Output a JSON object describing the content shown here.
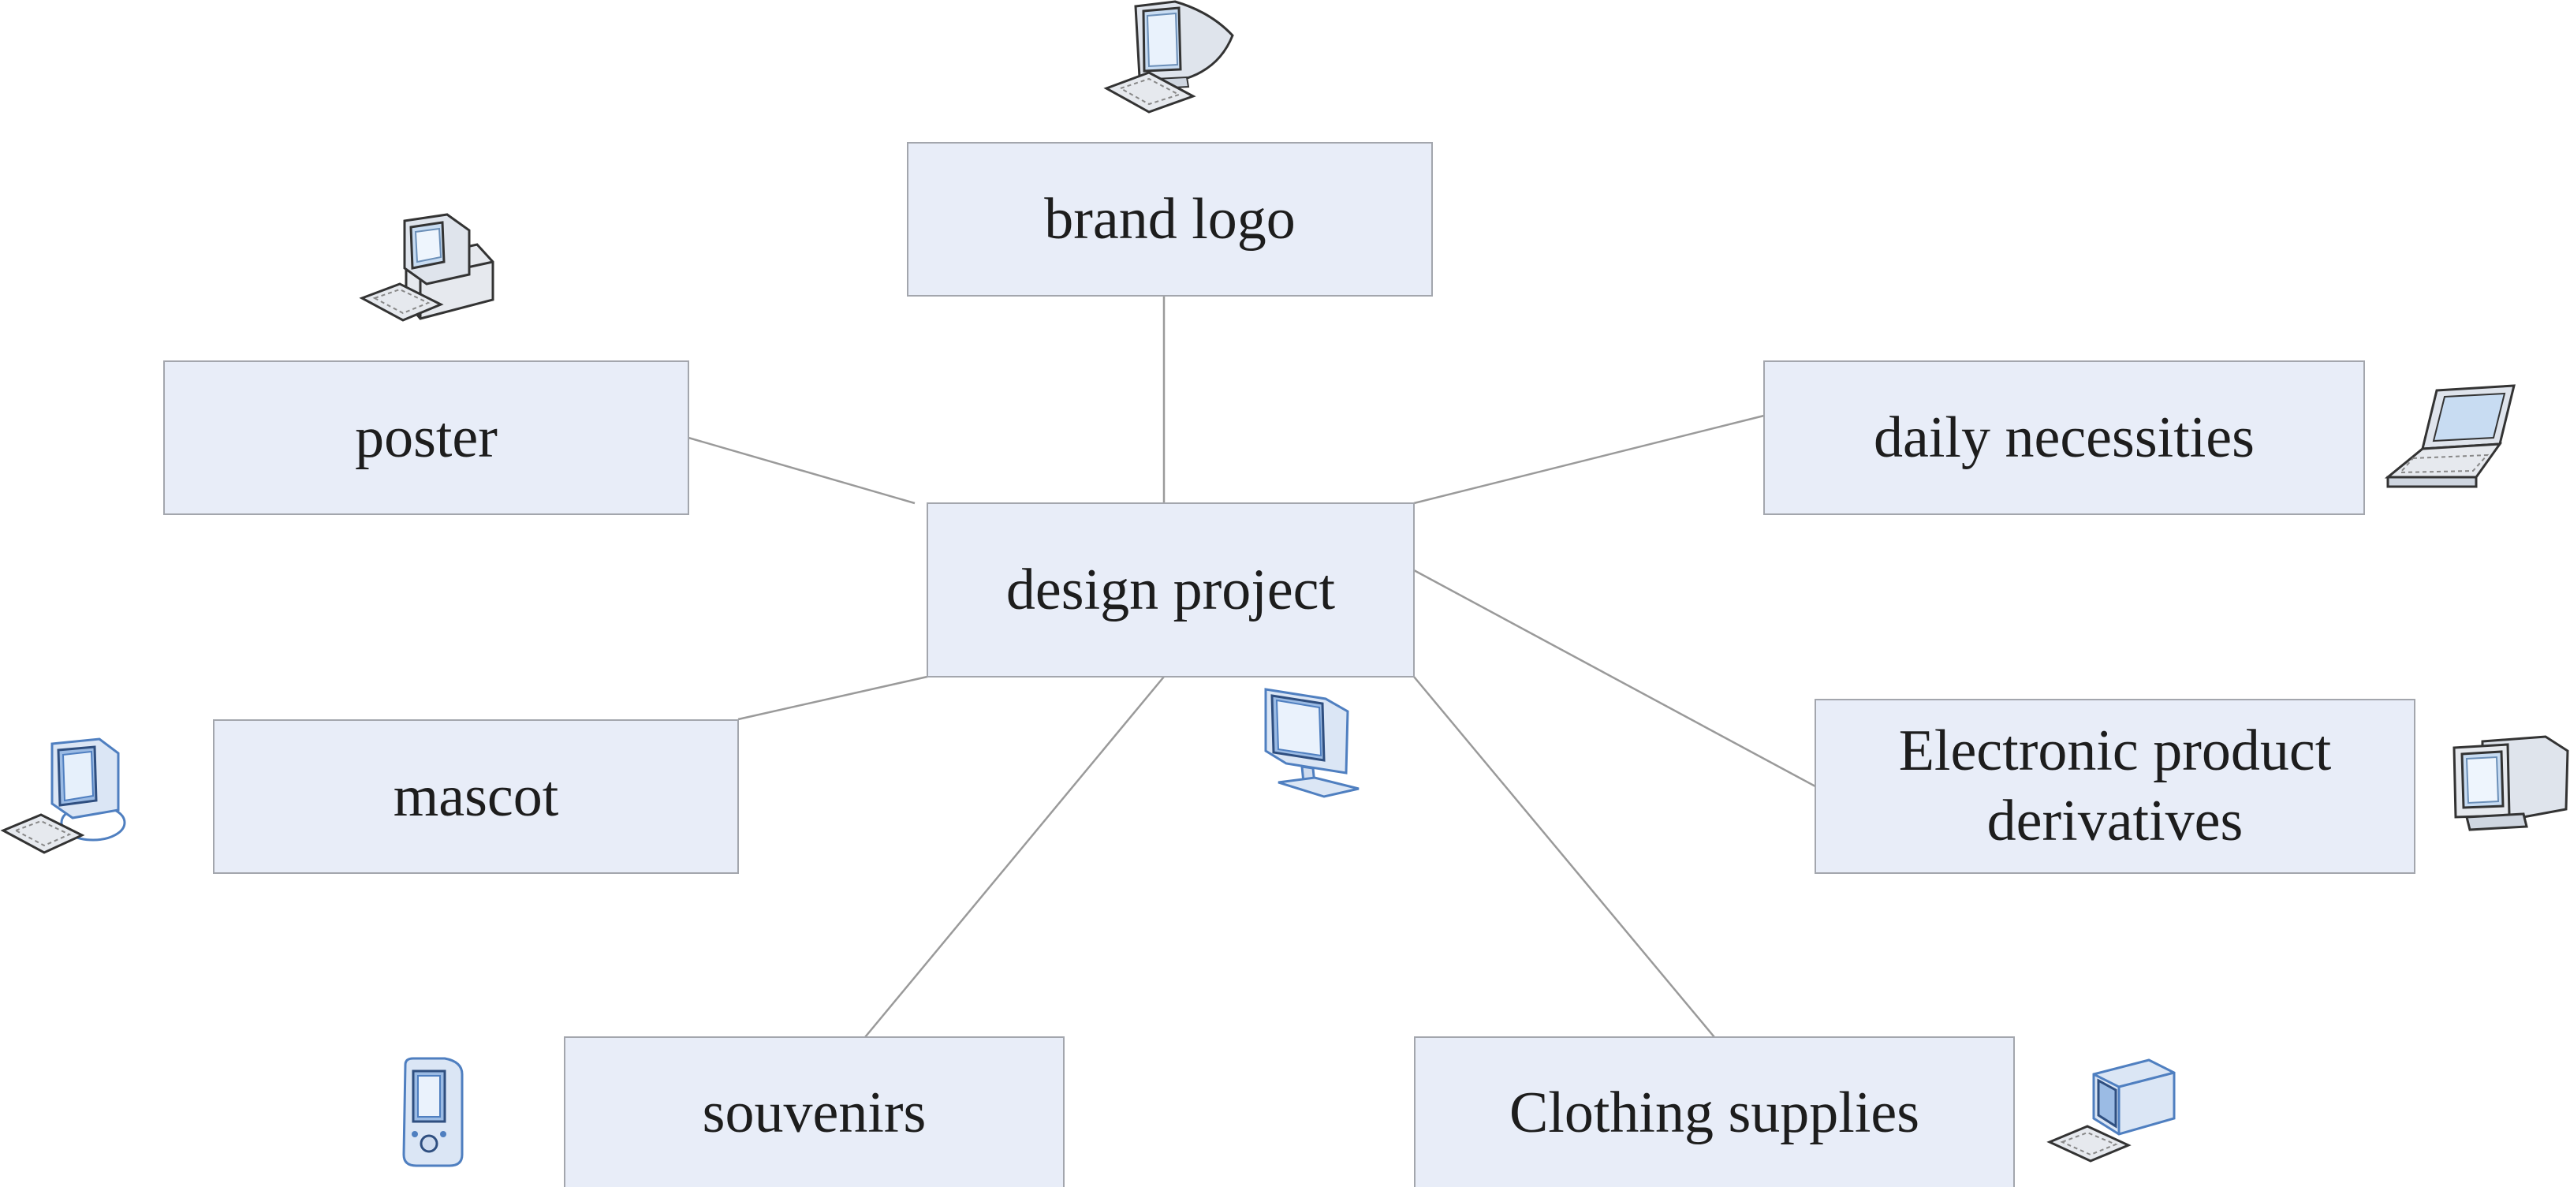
{
  "nodes": {
    "center": "design project",
    "brand_logo": "brand logo",
    "poster": "poster",
    "daily_necessities": "daily necessities",
    "mascot": "mascot",
    "electronic": "Electronic product\nderivatives",
    "souvenirs": "souvenirs",
    "clothing": "Clothing supplies"
  },
  "icons": [
    "crt-monitor-keyboard-icon",
    "desktop-tower-icon",
    "laptop-icon",
    "workstation-icon",
    "flat-monitor-icon",
    "crt-monitor-icon",
    "pda-icon",
    "mac-computer-icon"
  ],
  "colors": {
    "box_fill": "#e8edf8",
    "box_border": "#a3a6ad",
    "line": "#9a9a9a",
    "icon_blue": "#4f7fc0"
  }
}
